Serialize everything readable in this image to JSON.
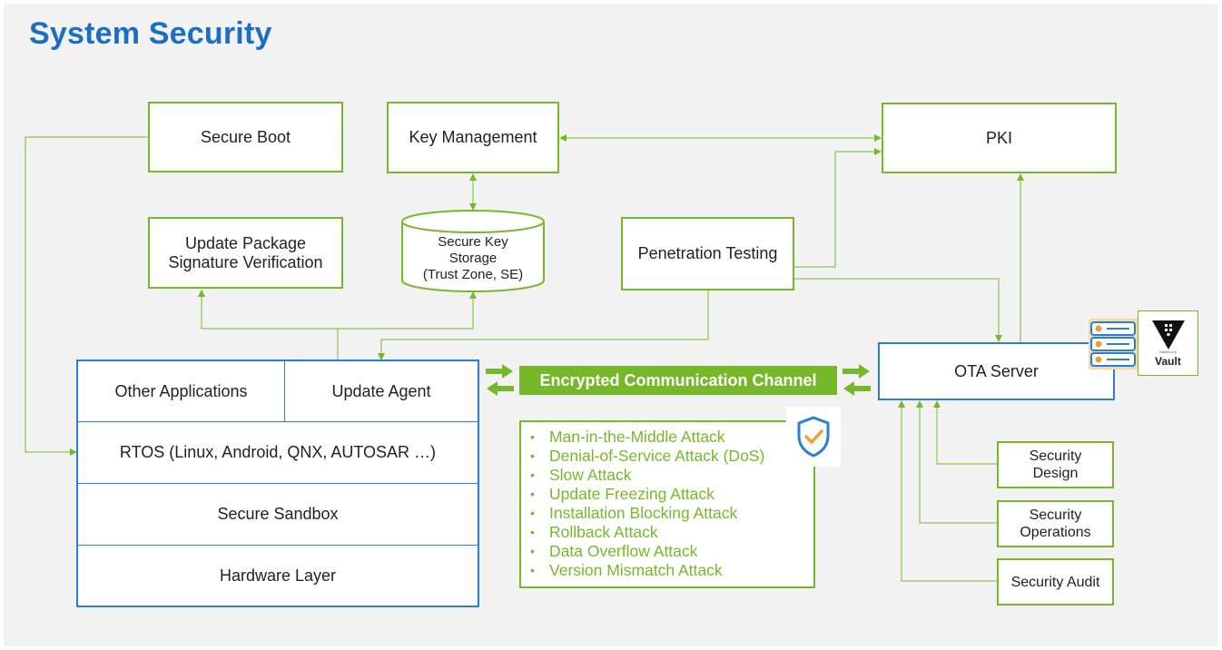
{
  "title": "System Security",
  "boxes": {
    "secure_boot": "Secure Boot",
    "key_management": "Key Management",
    "pki": "PKI",
    "update_pkg_line1": "Update Package",
    "update_pkg_line2": "Signature Verification",
    "key_storage_line1": "Secure Key",
    "key_storage_line2": "Storage",
    "key_storage_line3": "(Trust Zone, SE)",
    "pen_testing": "Penetration Testing",
    "ota_server": "OTA Server",
    "security_design_line1": "Security",
    "security_design_line2": "Design",
    "security_ops_line1": "Security",
    "security_ops_line2": "Operations",
    "security_audit": "Security Audit"
  },
  "device_stack": {
    "other_apps": "Other Applications",
    "update_agent": "Update Agent",
    "rtos": "RTOS (Linux, Android, QNX, AUTOSAR  …)",
    "sandbox": "Secure Sandbox",
    "hardware": "Hardware Layer"
  },
  "channel_label": "Encrypted Communication Channel",
  "attacks": [
    "Man-in-the-Middle Attack",
    "Denial-of-Service Attack (DoS)",
    "Slow Attack",
    "Update Freezing Attack",
    "Installation Blocking Attack",
    "Rollback Attack",
    "Data Overflow Attack",
    "Version Mismatch Attack"
  ],
  "vault_logo_text": "Vault",
  "vault_logo_small": "HashiCorp",
  "colors": {
    "accent_green": "#76b82a",
    "accent_blue": "#2a7fd4",
    "title_blue": "#1a6fc2",
    "background": "#f2f2f2"
  },
  "icons": [
    "shield-check-icon",
    "server-stack-icon",
    "vault-logo-icon",
    "double-arrow-icon"
  ]
}
